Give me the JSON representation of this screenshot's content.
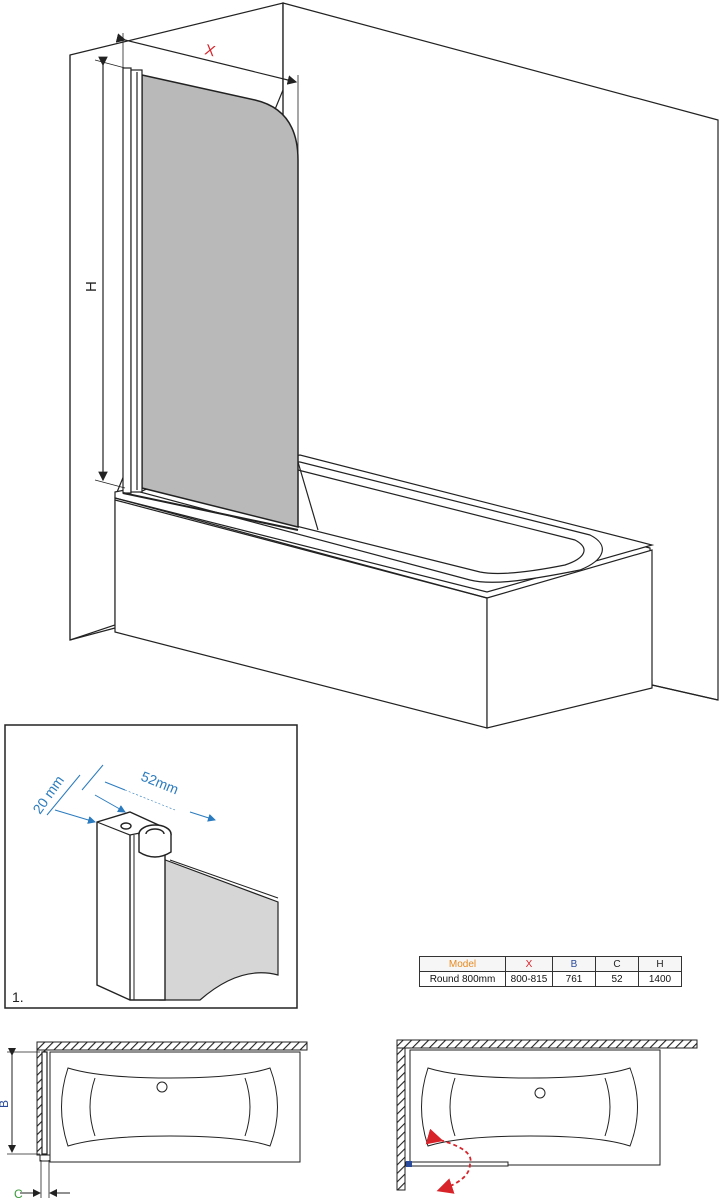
{
  "labels": {
    "x_dim": "X",
    "h_dim": "H",
    "detail_number": "1.",
    "detail_width": "20 mm",
    "detail_depth": "52mm",
    "b_dim": "B",
    "c_dim": "C"
  },
  "spec_table": {
    "headers": [
      "Model",
      "X",
      "B",
      "C",
      "H"
    ],
    "rows": [
      [
        "Round 800mm",
        "800-815",
        "761",
        "52",
        "1400"
      ]
    ]
  },
  "colors": {
    "line": "#222222",
    "glass": "#b9b9b9",
    "dimension_blue": "#2a7bbf",
    "model_orange": "#e8891c",
    "x_red": "#d8232a",
    "b_blue": "#2a4b9b",
    "c_green": "#3a9a3a",
    "arrow_red": "#d8232a"
  }
}
